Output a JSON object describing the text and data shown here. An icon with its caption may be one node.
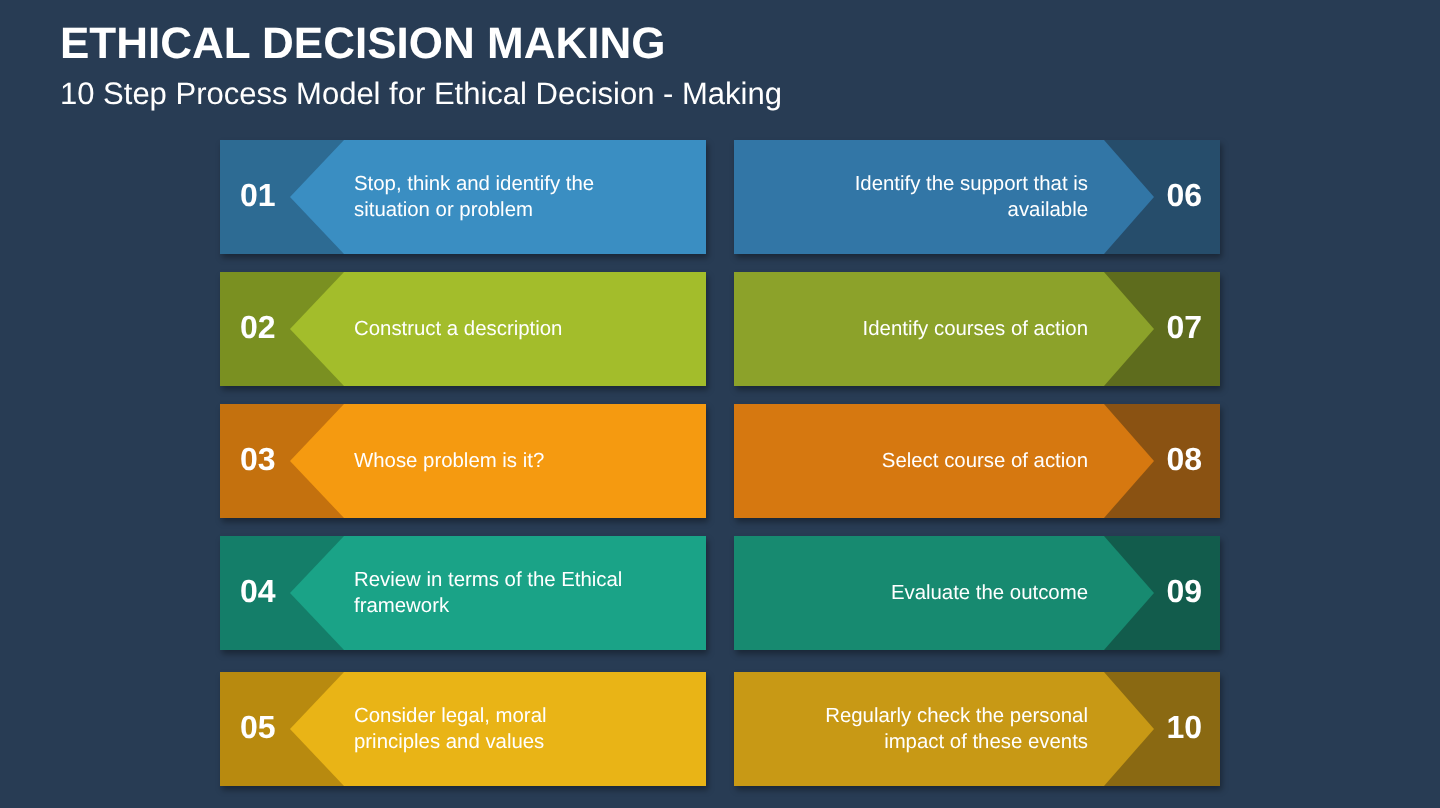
{
  "diagram": {
    "title": "ETHICAL DECISION MAKING",
    "nodes": [
      {
        "text": [
          "01",
          "Stop, think and identify the situation or problem"
        ]
      },
      {
        "text": [
          "02",
          "Construct a description"
        ]
      },
      {
        "text": [
          "03",
          "Whose problem is it?"
        ]
      },
      {
        "text": [
          "04",
          "Review in terms of the Ethical framework"
        ]
      },
      {
        "text": [
          "05",
          "Consider legal, moral principles and values"
        ]
      },
      {
        "text": [
          "Identify the support that is available",
          "06"
        ]
      },
      {
        "text": [
          "Identify courses of action",
          "07"
        ]
      },
      {
        "text": [
          "Select course of action",
          "08"
        ]
      },
      {
        "text": [
          "Evaluate the outcome",
          "09"
        ]
      },
      {
        "text": [
          "Regularly check the personal impact of these events",
          "10"
        ]
      }
    ],
    "labels": [
      "10 Step Process Model for Ethical Decision - Making"
    ]
  }
}
